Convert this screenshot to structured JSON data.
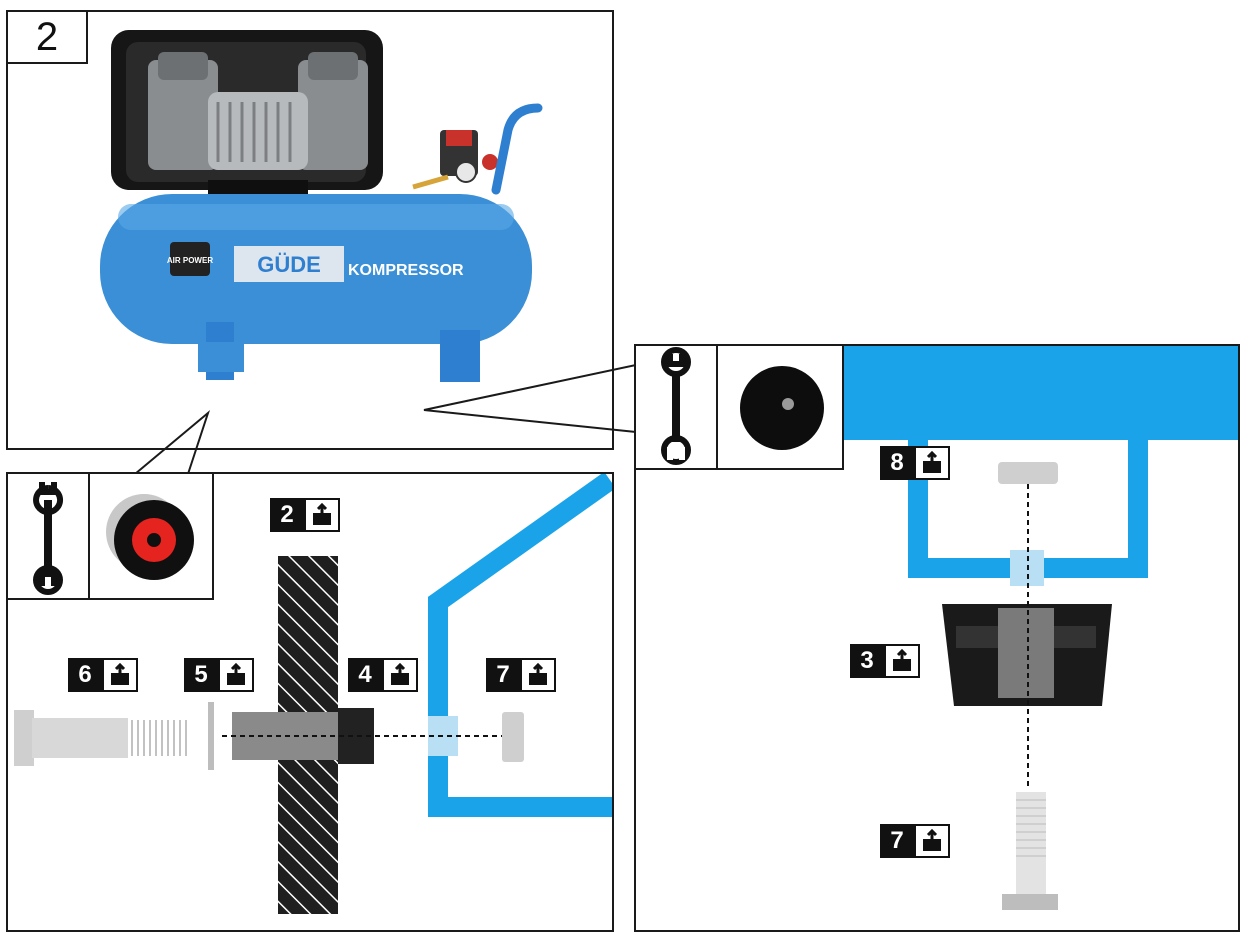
{
  "step_number": "2",
  "compressor": {
    "brand_logo": "GÜDE",
    "product_text": "KOMPRESSOR",
    "badge_text": "AIR POWER",
    "body_color": "#3a8fd6"
  },
  "icons": {
    "tool": "wrench-icon",
    "part_box": "parts-box-icon"
  },
  "left_detail": {
    "labels": [
      "6",
      "5",
      "2",
      "4",
      "7"
    ]
  },
  "right_detail": {
    "labels": [
      "8",
      "3",
      "7"
    ]
  },
  "colors": {
    "frame_blue": "#1aa3e8",
    "outline": "#1a1a1a"
  }
}
